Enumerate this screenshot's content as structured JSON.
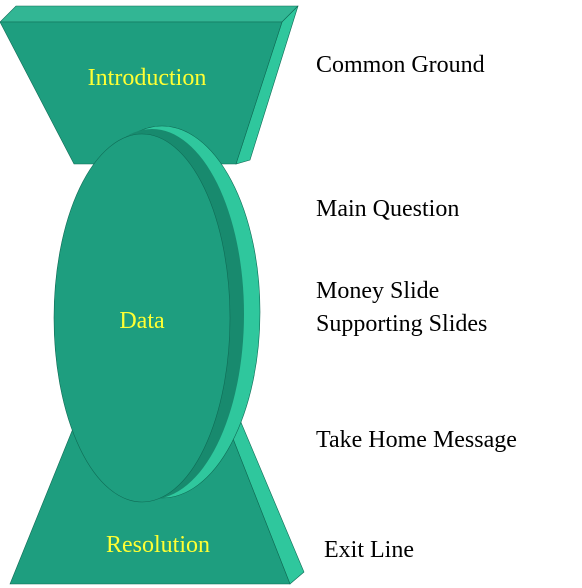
{
  "diagram": {
    "shapes": {
      "top": "Introduction",
      "middle": "Data",
      "bottom": "Resolution"
    },
    "side_labels": [
      "Common Ground",
      "Main Question",
      "Money Slide",
      "Supporting Slides",
      "Take Home Message",
      "Exit Line"
    ]
  },
  "colors": {
    "front": "#1e9e7f",
    "side": "#2fc79d",
    "top_face": "#32b694",
    "dark": "#188a6e",
    "label": "#ffff33",
    "outline": "#0f6b55"
  }
}
